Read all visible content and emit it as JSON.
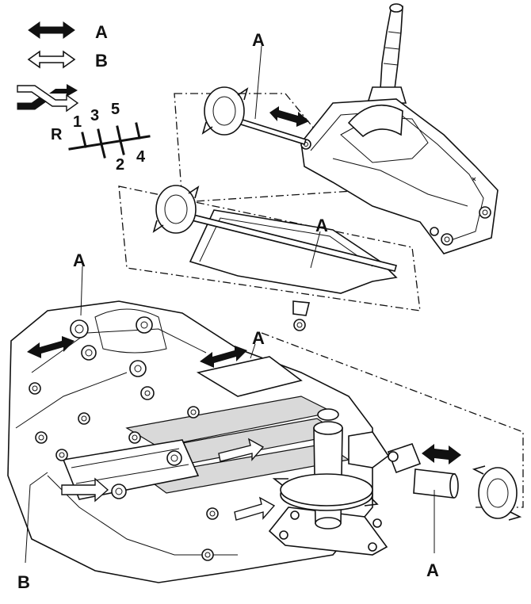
{
  "legend": {
    "push_pull_label": "A",
    "rotate_label": "B"
  },
  "gear_pattern": {
    "reverse": "R",
    "first": "1",
    "second": "2",
    "third": "3",
    "fourth": "4",
    "fifth": "5"
  },
  "callouts": {
    "upper_rod": "A",
    "middle_rod": "A",
    "gearbox_left": "A",
    "gearbox_top": "A",
    "bottom_right": "A",
    "bottom_left": "B"
  },
  "colors": {
    "ink": "#111111",
    "background": "#ffffff",
    "fill_grey": "#d9d9d9"
  }
}
